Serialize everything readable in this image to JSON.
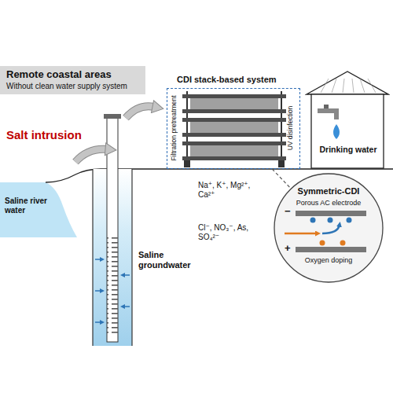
{
  "diagram": {
    "nodes": [
      {
        "text": [
          "Remote coastal areas",
          "Without clean water supply system"
        ]
      },
      {
        "text": [
          "CDI stack-based system",
          "Filtration pretreatment",
          "UV disinfection"
        ]
      },
      {
        "text": [
          "Drinking water"
        ]
      },
      {
        "text": [
          "Symmetric-CDI",
          "Porous AC electrode",
          "Oxygen doping"
        ]
      }
    ],
    "edges": [
      {
        "from": 1,
        "to": 3,
        "arrow": "none"
      }
    ],
    "labels": [
      "Salt intrusion",
      "Saline river water",
      "Saline groundwater",
      "Na⁺, K⁺, Mg²⁺, Ca²⁺",
      "Cl⁻, NO₃⁻, As, SO₄²⁻",
      "−",
      "+"
    ]
  }
}
